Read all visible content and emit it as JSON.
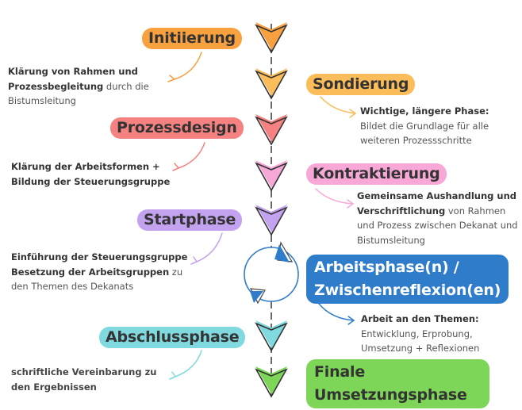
{
  "colors": {
    "orange": "#f9a03f",
    "yellow": "#fbbc5a",
    "red": "#f68181",
    "pink": "#f7a8d6",
    "purple": "#c3a3f0",
    "blue": "#2f7ccb",
    "teal": "#7fd9de",
    "green": "#7dd657"
  },
  "phases": [
    {
      "id": "initiierung",
      "title": "Initiierung",
      "color": "orange",
      "desc_bold": "Klärung von Rahmen und Prozessbegleitung",
      "desc_rest": " durch die Bistumsleitung"
    },
    {
      "id": "sondierung",
      "title": "Sondierung",
      "color": "yellow",
      "desc_bold": "Wichtige, längere Phase:",
      "desc_rest": " Bildet die Grundlage für alle weiteren Prozessschritte"
    },
    {
      "id": "prozessdesign",
      "title": "Prozessdesign",
      "color": "red",
      "desc_bold": "Klärung der Arbeitsformen + Bildung der Steuerungsgruppe",
      "desc_rest": ""
    },
    {
      "id": "kontraktierung",
      "title": "Kontraktierung",
      "color": "pink",
      "desc_bold": "Gemeinsame Aushandlung und Verschriftlichung",
      "desc_rest": " von Rahmen und Prozess zwischen Dekanat und Bistumsleitung"
    },
    {
      "id": "startphase",
      "title": "Startphase",
      "color": "purple",
      "desc_bold": "Einführung der Steuerungsgruppe Besetzung der Arbeitsgruppen",
      "desc_rest": " zu den Themen des Dekanats"
    },
    {
      "id": "arbeitsphase",
      "title": "Arbeitsphase(n) / Zwischenreflexion(en)",
      "title_line1": "Arbeitsphase(n) /",
      "title_line2": "Zwischenreflexion(en)",
      "color": "blue",
      "desc_bold": "Arbeit an den Themen:",
      "desc_rest": " Entwicklung, Erprobung, Umsetzung + Reflexionen"
    },
    {
      "id": "abschlussphase",
      "title": "Abschlussphase",
      "color": "teal",
      "desc_bold": "",
      "desc_rest": "schriftliche Vereinbarung zu den Ergebnissen"
    },
    {
      "id": "finale",
      "title": "Finale Umsetzungsphase",
      "title_line1": "Finale",
      "title_line2": "Umsetzungsphase",
      "color": "green",
      "desc_bold": "",
      "desc_rest": ""
    }
  ]
}
